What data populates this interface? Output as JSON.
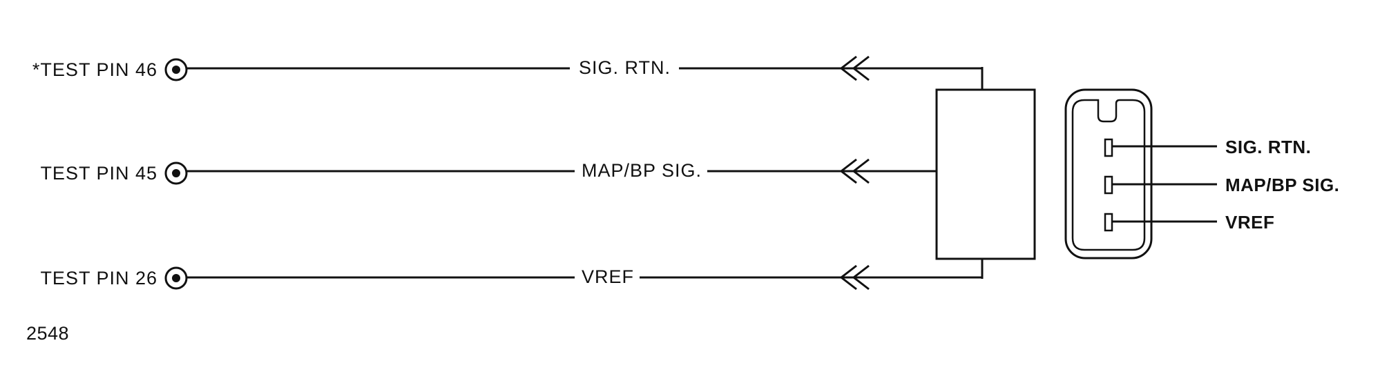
{
  "test_pins": [
    {
      "label": "*TEST PIN 46",
      "signal": "SIG. RTN."
    },
    {
      "label": "TEST PIN 45",
      "signal": "MAP/BP SIG."
    },
    {
      "label": "TEST PIN 26",
      "signal": "VREF"
    }
  ],
  "connector_pins": [
    "SIG. RTN.",
    "MAP/BP SIG.",
    "VREF"
  ],
  "figure_number": "2548"
}
